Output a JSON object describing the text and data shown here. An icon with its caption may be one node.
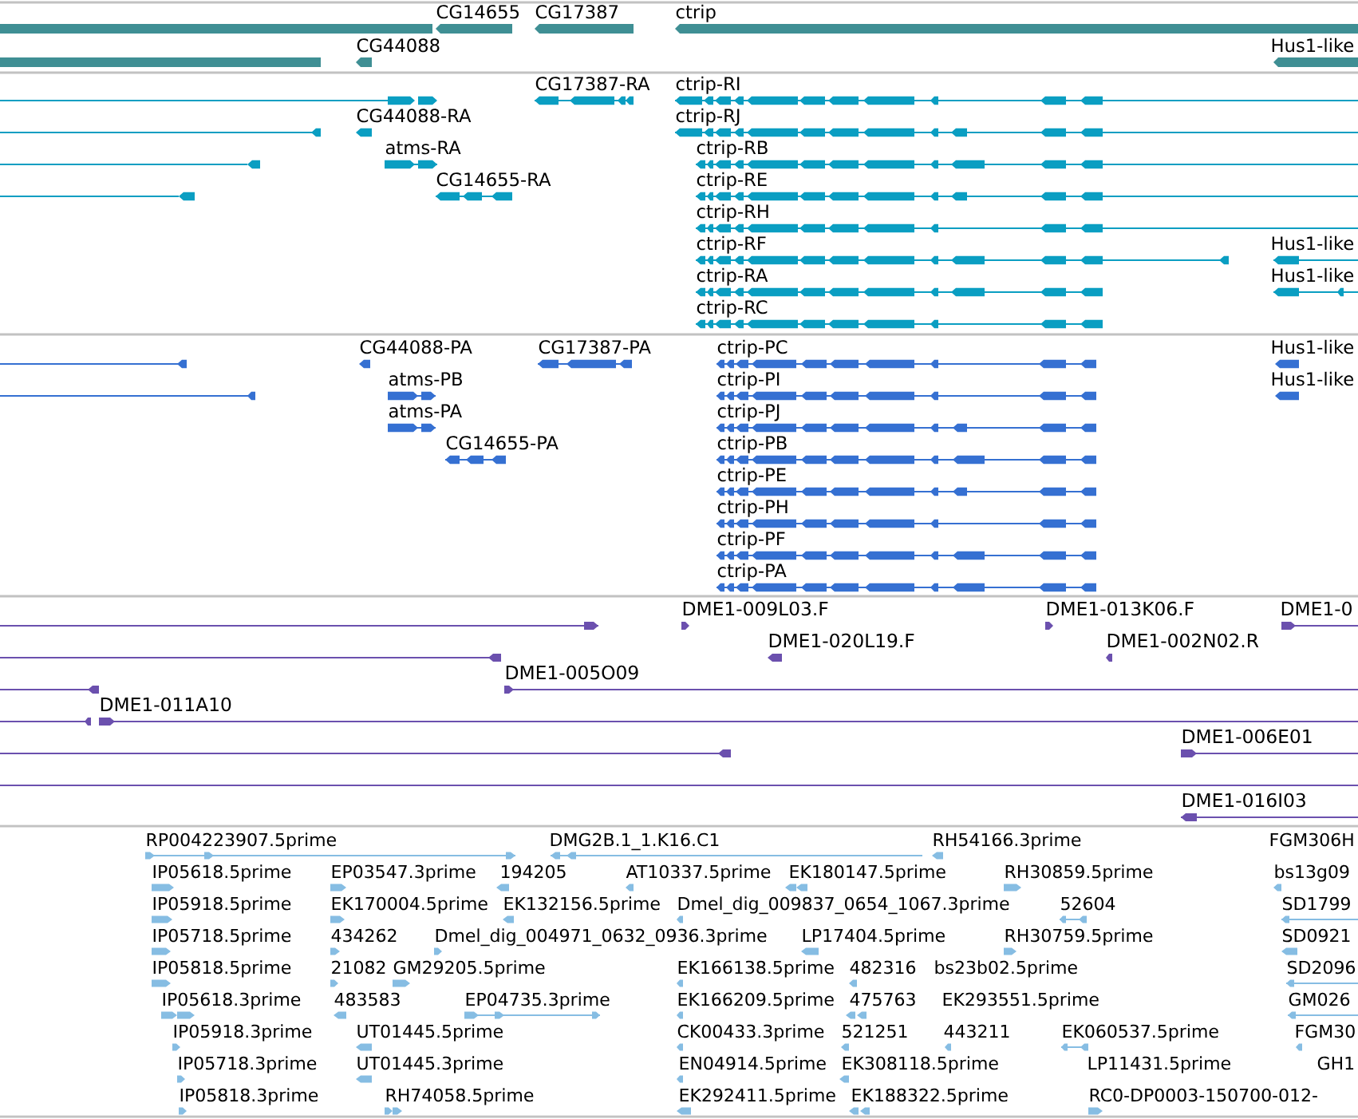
{
  "diagram": {
    "labels": [
      "CG14655",
      "CG17387",
      "ctrip",
      "CG44088",
      "Hus1-like",
      "CG17387-RA",
      "ctrip-RI",
      "CG44088-RA",
      "ctrip-RJ",
      "atms-RA",
      "ctrip-RB",
      "CG14655-RA",
      "ctrip-RE",
      "ctrip-RH",
      "ctrip-RF",
      "Hus1-like",
      "ctrip-RA",
      "Hus1-like",
      "ctrip-RC",
      "CG44088-PA",
      "CG17387-PA",
      "ctrip-PC",
      "Hus1-like",
      "atms-PB",
      "ctrip-PI",
      "Hus1-like",
      "atms-PA",
      "ctrip-PJ",
      "CG14655-PA",
      "ctrip-PB",
      "ctrip-PE",
      "ctrip-PH",
      "ctrip-PF",
      "ctrip-PA",
      "DME1-009L03.F",
      "DME1-013K06.F",
      "DME1-0",
      "DME1-020L19.F",
      "DME1-002N02.R",
      "DME1-005O09",
      "DME1-011A10",
      "DME1-006E01",
      "DME1-016I03",
      "RP004223907.5prime",
      "DMG2B.1_1.K16.C1",
      "RH54166.3prime",
      "FGM306H",
      "IP05618.5prime",
      "EP03547.3prime",
      "194205",
      "AT10337.5prime",
      "EK180147.5prime",
      "RH30859.5prime",
      "bs13g09",
      "IP05918.5prime",
      "EK170004.5prime",
      "EK132156.5prime",
      "Dmel_dig_009837_0654_1067.3prime",
      "52604",
      "SD1799",
      "IP05718.5prime",
      "434262",
      "Dmel_dig_004971_0632_0936.3prime",
      "LP17404.5prime",
      "RH30759.5prime",
      "SD0921",
      "IP05818.5prime",
      "21082",
      "GM29205.5prime",
      "EK166138.5prime",
      "482316",
      "bs23b02.5prime",
      "SD2096",
      "IP05618.3prime",
      "483583",
      "EP04735.3prime",
      "EK166209.5prime",
      "475763",
      "EK293551.5prime",
      "GM026",
      "IP05918.3prime",
      "UT01445.5prime",
      "CK00433.3prime",
      "521251",
      "443211",
      "EK060537.5prime",
      "FGM30",
      "IP05718.3prime",
      "UT01445.3prime",
      "EN04914.5prime",
      "EK308118.5prime",
      "LP11431.5prime",
      "GH1",
      "IP05818.3prime",
      "RH74058.5prime",
      "EK292411.5prime",
      "EK188322.5prime",
      "RC0-DP0003-150700-012-"
    ]
  }
}
